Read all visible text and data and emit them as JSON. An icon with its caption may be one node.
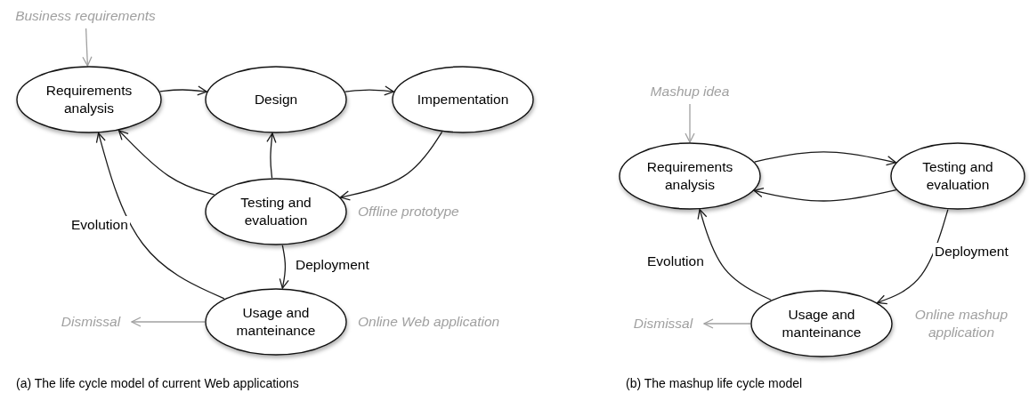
{
  "diagram": {
    "nodes": [
      {
        "text": [
          "Requirements analysis"
        ]
      },
      {
        "text": [
          "Design"
        ]
      },
      {
        "text": [
          "Impementation"
        ]
      },
      {
        "text": [
          "Testing and evaluation"
        ],
        "beside": [
          "Offline prototype"
        ]
      },
      {
        "text": [
          "Usage and manteinance"
        ],
        "beside": [
          "Online Web application"
        ]
      },
      {
        "text": [
          "Business requirements"
        ]
      },
      {
        "text": [
          "Dismissal"
        ]
      },
      {
        "text": [
          "Requirements analysis"
        ]
      },
      {
        "text": [
          "Testing and evaluation"
        ]
      },
      {
        "text": [
          "Usage and manteinance"
        ],
        "beside": [
          "Online mashup application"
        ]
      },
      {
        "text": [
          "Mashup idea"
        ]
      },
      {
        "text": [
          "Dismissal"
        ]
      }
    ],
    "edges": [
      {
        "from": 5,
        "to": 0,
        "arrow": "to",
        "color": "#a0a0a0"
      },
      {
        "from": 0,
        "to": 1,
        "arrow": "to"
      },
      {
        "from": 1,
        "to": 2,
        "arrow": "to"
      },
      {
        "from": 2,
        "to": 3,
        "arrow": "to"
      },
      {
        "from": 3,
        "to": 1,
        "arrow": "to"
      },
      {
        "from": 3,
        "to": 0,
        "arrow": "to"
      },
      {
        "from": 3,
        "to": 4,
        "arrow": "to",
        "label": "Deployment"
      },
      {
        "from": 4,
        "to": 0,
        "arrow": "to",
        "label": "Evolution"
      },
      {
        "from": 4,
        "to": 6,
        "arrow": "to",
        "color": "#a0a0a0"
      },
      {
        "from": 10,
        "to": 7,
        "arrow": "to",
        "color": "#a0a0a0"
      },
      {
        "from": 7,
        "to": 8,
        "arrow": "to"
      },
      {
        "from": 8,
        "to": 7,
        "arrow": "to"
      },
      {
        "from": 8,
        "to": 9,
        "arrow": "to",
        "label": "Deployment"
      },
      {
        "from": 9,
        "to": 7,
        "arrow": "to",
        "label": "Evolution"
      },
      {
        "from": 9,
        "to": 11,
        "arrow": "to",
        "color": "#a0a0a0"
      }
    ],
    "labels": [
      "(a) The life cycle model of current Web applications",
      "(b) The mashup life cycle model"
    ]
  }
}
